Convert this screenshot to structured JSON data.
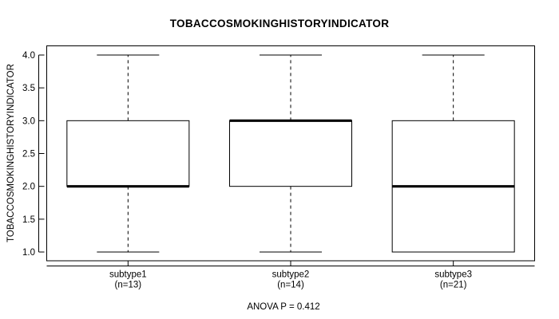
{
  "chart_data": {
    "type": "box",
    "title": "TOBACCOSMOKINGHISTORYINDICATOR",
    "xlabel": "",
    "ylabel": "TOBACCOSMOKINGHISTORYINDICATOR",
    "ylim": [
      0.88,
      4.12
    ],
    "yticks": [
      1.0,
      1.5,
      2.0,
      2.5,
      3.0,
      3.5,
      4.0
    ],
    "ytick_labels": [
      "1.0",
      "1.5",
      "2.0",
      "2.5",
      "3.0",
      "3.5",
      "4.0"
    ],
    "grid": false,
    "legend": null,
    "annotation": "ANOVA P = 0.412",
    "categories": [
      "subtype1",
      "subtype2",
      "subtype3"
    ],
    "category_counts": [
      "(n=13)",
      "(n=14)",
      "(n=21)"
    ],
    "boxes": [
      {
        "name": "subtype1",
        "n": 13,
        "whisker_low": 1.0,
        "q1": 2.0,
        "median": 2.0,
        "q3": 3.0,
        "whisker_high": 4.0,
        "outliers": []
      },
      {
        "name": "subtype2",
        "n": 14,
        "whisker_low": 1.0,
        "q1": 2.0,
        "median": 3.0,
        "q3": 3.0,
        "whisker_high": 4.0,
        "outliers": []
      },
      {
        "name": "subtype3",
        "n": 21,
        "whisker_low": 1.0,
        "q1": 1.0,
        "median": 2.0,
        "q3": 3.0,
        "whisker_high": 4.0,
        "outliers": []
      }
    ],
    "colors": {
      "box_fill": "#ffffff",
      "box_stroke": "#000000",
      "median": "#000000",
      "background": "#ffffff",
      "text": "#000000"
    }
  }
}
